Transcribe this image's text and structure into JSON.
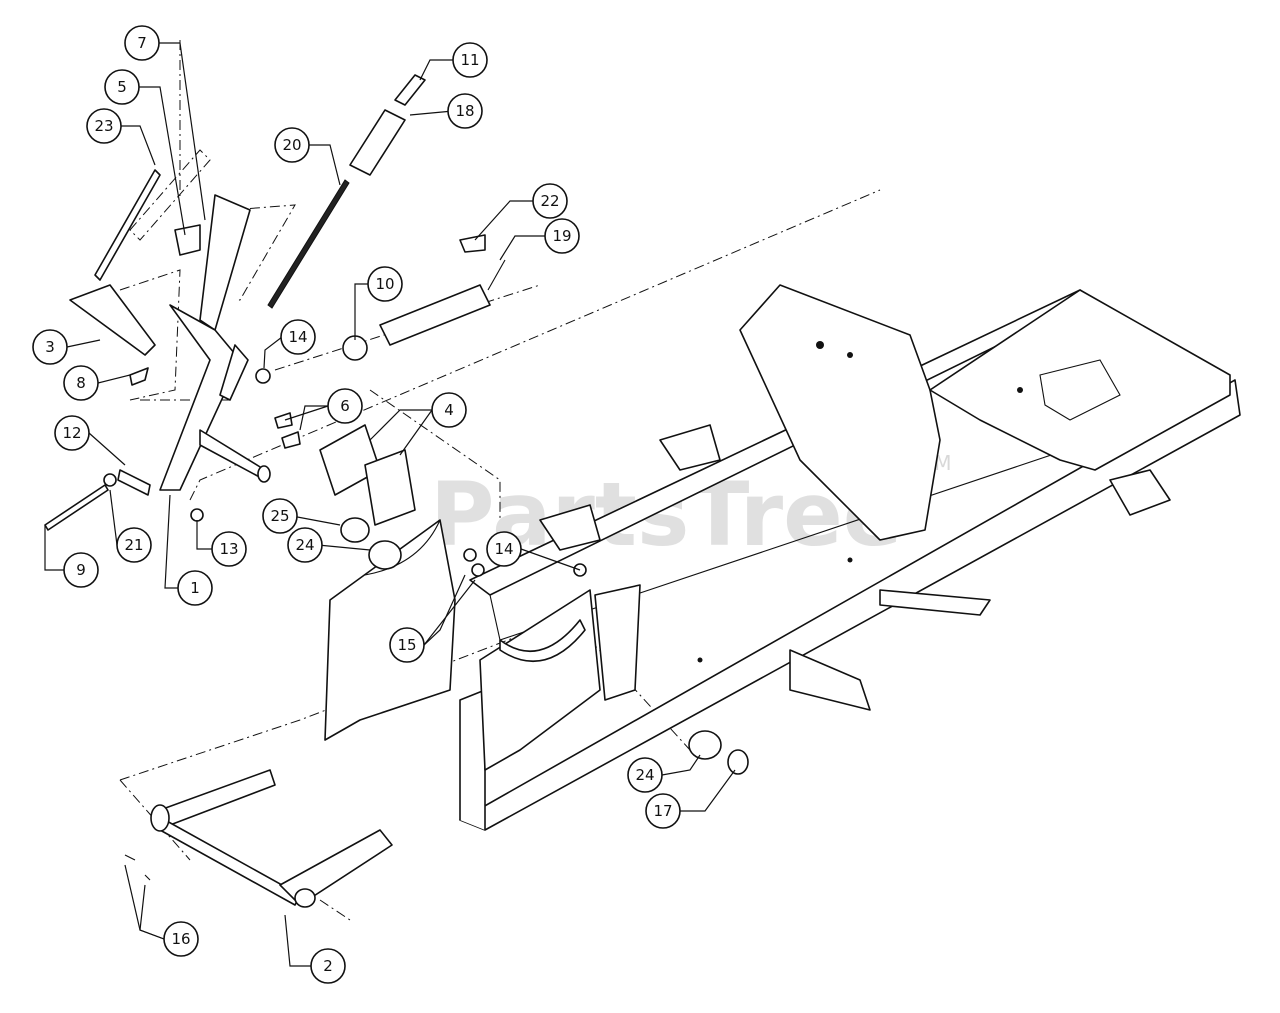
{
  "watermark": {
    "text": "PartsTree",
    "trademark": "TM"
  },
  "callouts": [
    {
      "label": "7"
    },
    {
      "label": "5"
    },
    {
      "label": "23"
    },
    {
      "label": "3"
    },
    {
      "label": "8"
    },
    {
      "label": "12"
    },
    {
      "label": "9"
    },
    {
      "label": "21"
    },
    {
      "label": "1"
    },
    {
      "label": "13"
    },
    {
      "label": "20"
    },
    {
      "label": "11"
    },
    {
      "label": "18"
    },
    {
      "label": "22"
    },
    {
      "label": "19"
    },
    {
      "label": "10"
    },
    {
      "label": "14"
    },
    {
      "label": "6"
    },
    {
      "label": "4"
    },
    {
      "label": "25"
    },
    {
      "label": "24"
    },
    {
      "label": "14"
    },
    {
      "label": "15"
    },
    {
      "label": "24"
    },
    {
      "label": "17"
    },
    {
      "label": "16"
    },
    {
      "label": "2"
    }
  ]
}
